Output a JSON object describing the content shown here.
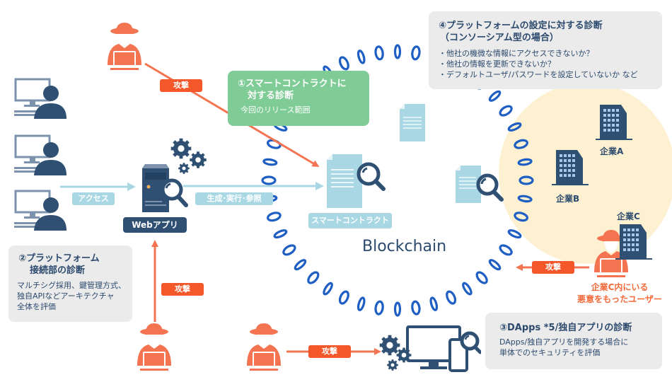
{
  "diagram_title": "Blockchain",
  "colors": {
    "navy": "#2f5073",
    "attack_red": "#f4572a",
    "attacker": "#f47452",
    "light_blue": "#a9d8e4",
    "green_box": "#80cc96",
    "gray_box": "#ebebeb",
    "consortium_circle": "#fdf1d2",
    "chain_blue": "#1f5fc4"
  },
  "boxes": {
    "smart_contract": {
      "title_line1": "①スマートコントラクトに",
      "title_line2": "対する診断",
      "note": "今回のリリース範囲"
    },
    "platform_connection": {
      "title_line1": "②プラットフォーム",
      "title_line2": "接続部の診断",
      "lines": [
        "マルチシグ採用、鍵管理方式、",
        "独自APIなどアーキテクチャ",
        "全体を評価"
      ]
    },
    "dapps": {
      "title": "③DApps *5/独自アプリの診断",
      "lines": [
        "DApps/独自アプリを開発する場合に",
        "単体でのセキュリティを評価"
      ]
    },
    "platform_settings": {
      "title_line1": "④プラットフォームの設定に対する診断",
      "title_line2": "（コンソーシアム型の場合）",
      "bullets": [
        "・他社の機微な情報にアクセスできないか？",
        "・他社の情報を更新できないか？",
        "・デフォルトユーザ/パスワードを設定していないか など"
      ]
    }
  },
  "tags": {
    "attack": "攻撃",
    "access": "アクセス",
    "generate": "生成･実行･参照",
    "web_app": "Webアプリ",
    "smart_contract": "スマートコントラクト"
  },
  "companies": [
    "企業A",
    "企業B",
    "企業C"
  ],
  "malicious_user": [
    "企業C内にいる",
    "悪意をもったユーザー"
  ],
  "icons": {
    "users": [
      "user-computer-icon",
      "user-computer-icon",
      "user-computer-icon"
    ],
    "attacker": "hacker-icon",
    "server": "server-icon",
    "gears": "gears-icon",
    "document": "document-icon",
    "magnifier": "magnifier-icon",
    "building": "building-icon",
    "devices": "monitor-phone-icon"
  }
}
